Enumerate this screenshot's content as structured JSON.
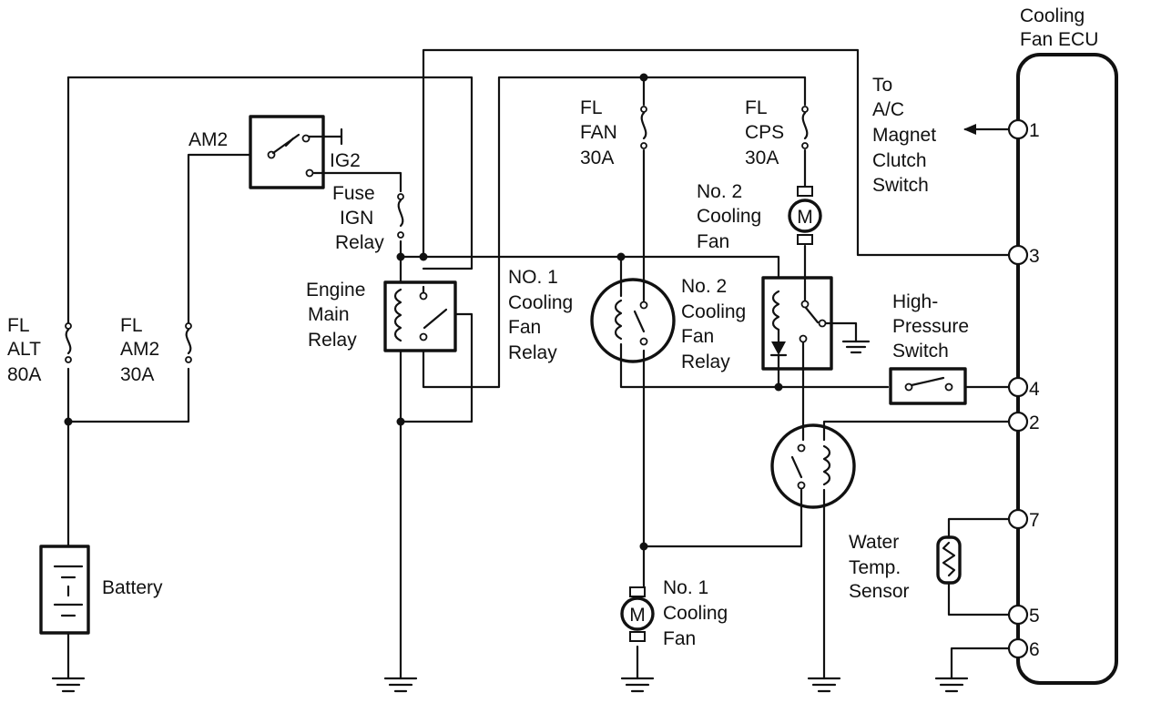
{
  "ecu": {
    "title_line1": "Cooling",
    "title_line2": "Fan ECU"
  },
  "ecu_terminals": [
    "1",
    "3",
    "4",
    "2",
    "7",
    "5",
    "6"
  ],
  "ac_note": [
    "To",
    "A/C",
    "Magnet",
    "Clutch",
    "Switch"
  ],
  "fuses": {
    "alt": [
      "FL",
      "ALT",
      "80A"
    ],
    "am2": [
      "FL",
      "AM2",
      "30A"
    ],
    "fan": [
      "FL",
      "FAN",
      "30A"
    ],
    "cps": [
      "FL",
      "CPS",
      "30A"
    ],
    "ign": [
      "Fuse",
      "IGN",
      "Relay"
    ]
  },
  "ignition_switch": {
    "input": "AM2",
    "output": "IG2"
  },
  "engine_main_relay": [
    "Engine",
    "Main",
    "Relay"
  ],
  "no1_fan_relay": [
    "NO. 1",
    "Cooling",
    "Fan",
    "Relay"
  ],
  "no2_fan_relay": [
    "No. 2",
    "Cooling",
    "Fan",
    "Relay"
  ],
  "no2_fan": [
    "No. 2",
    "Cooling",
    "Fan"
  ],
  "no1_fan": [
    "No. 1",
    "Cooling",
    "Fan"
  ],
  "high_pressure_switch": [
    "High-",
    "Pressure",
    "Switch"
  ],
  "water_temp_sensor": [
    "Water",
    "Temp.",
    "Sensor"
  ],
  "battery": "Battery",
  "motor_symbol": "M"
}
